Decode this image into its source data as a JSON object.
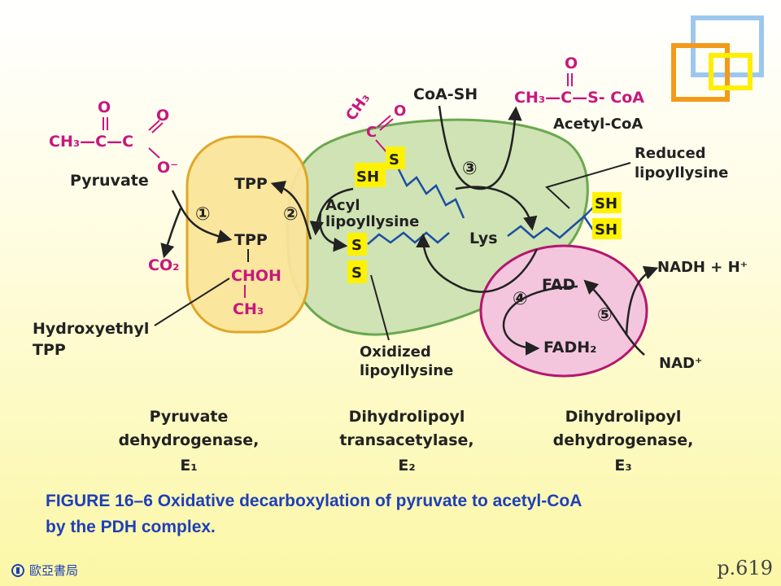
{
  "caption": {
    "line1": "FIGURE 16–6 Oxidative decarboxylation of pyruvate to acetyl-CoA",
    "line2": "by the PDH complex."
  },
  "publisher": "歐亞書局",
  "page_number": "p.619",
  "molecules": {
    "pyruvate_o1": "O",
    "pyruvate_o2": "O",
    "pyruvate_formula": "CH₃—C—C",
    "pyruvate_ominus": "O⁻",
    "pyruvate_label": "Pyruvate",
    "co2": "CO₂",
    "tpp_top": "TPP",
    "tpp_mid": "TPP",
    "chohh": "CHOH",
    "ch3_e1": "CH₃",
    "hydroxyethyl_line1": "Hydroxyethyl",
    "hydroxyethyl_line2": "TPP",
    "acyl_ch3": "CH₃",
    "acyl_c": "C",
    "acyl_o": "O",
    "acyl_s": "S",
    "acyl_sh": "SH",
    "acyl_label_line1": "Acyl",
    "acyl_label_line2": "lipoyllysine",
    "ox_s1": "S",
    "ox_s2": "S",
    "ox_label_line1": "Oxidized",
    "ox_label_line2": "lipoyllysine",
    "lys": "Lys",
    "coash": "CoA-SH",
    "acetylcoa_o": "O",
    "acetylcoa_formula": "CH₃—C—S- CoA",
    "acetylcoa_label": "Acetyl-CoA",
    "reduced_line1": "Reduced",
    "reduced_line2": "lipoyllysine",
    "red_sh1": "SH",
    "red_sh2": "SH",
    "fad": "FAD",
    "fadh2": "FADH₂",
    "nadh": "NADH + H⁺",
    "nad": "NAD⁺"
  },
  "steps": [
    "①",
    "②",
    "③",
    "④",
    "⑤"
  ],
  "enzymes": {
    "e1_line1": "Pyruvate",
    "e1_line2": "dehydrogenase,",
    "e1_line3": "E₁",
    "e2_line1": "Dihydrolipoyl",
    "e2_line2": "transacetylase,",
    "e2_line3": "E₂",
    "e3_line1": "Dihydrolipoyl",
    "e3_line2": "dehydrogenase,",
    "e3_line3": "E₃"
  },
  "colors": {
    "e1_fill": "#fbe59b",
    "e1_stroke": "#e0a21f",
    "e2_fill": "#cfe3b5",
    "e2_stroke": "#6aa84f",
    "e3_fill": "#f3c6de",
    "e3_stroke": "#b5166f",
    "highlight": "#fff200",
    "caption": "#1f3fb8"
  }
}
